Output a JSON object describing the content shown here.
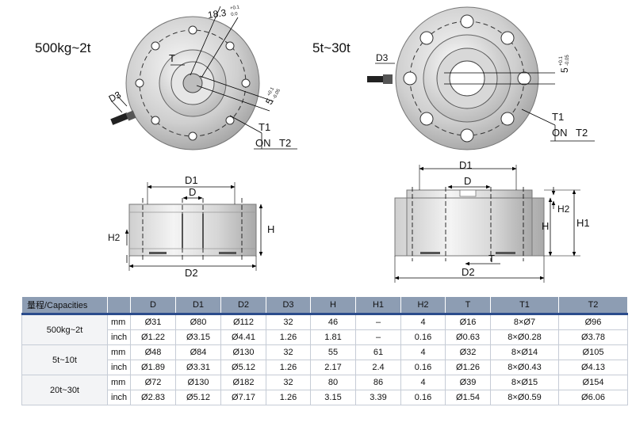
{
  "drawing": {
    "left_title": "500kg~2t",
    "right_title": "5t~30t",
    "labels": {
      "T": "T",
      "D": "D",
      "D1": "D1",
      "D2": "D2",
      "D3": "D3",
      "H": "H",
      "H1": "H1",
      "H2": "H2",
      "T1": "T1",
      "ON": "ON",
      "T2": "T2"
    },
    "dims": {
      "tol_18": "18.3",
      "tol_18_plus": "+0.1",
      "tol_18_minus": "0.0",
      "tol_5": "5",
      "tol_5_plus": "+0.1",
      "tol_5_minus": "-0.05"
    }
  },
  "table": {
    "headers": [
      "量程/Capacities",
      "",
      "D",
      "D1",
      "D2",
      "D3",
      "H",
      "H1",
      "H2",
      "T",
      "T1",
      "T2"
    ],
    "groups": [
      {
        "model": "500kg~2t",
        "rows": [
          {
            "unit": "mm",
            "values": [
              "Ø31",
              "Ø80",
              "Ø112",
              "32",
              "46",
              "–",
              "4",
              "Ø16",
              "8×Ø7",
              "Ø96"
            ]
          },
          {
            "unit": "inch",
            "values": [
              "Ø1.22",
              "Ø3.15",
              "Ø4.41",
              "1.26",
              "1.81",
              "–",
              "0.16",
              "Ø0.63",
              "8×Ø0.28",
              "Ø3.78"
            ]
          }
        ]
      },
      {
        "model": "5t~10t",
        "rows": [
          {
            "unit": "mm",
            "values": [
              "Ø48",
              "Ø84",
              "Ø130",
              "32",
              "55",
              "61",
              "4",
              "Ø32",
              "8×Ø14",
              "Ø105"
            ]
          },
          {
            "unit": "inch",
            "values": [
              "Ø1.89",
              "Ø3.31",
              "Ø5.12",
              "1.26",
              "2.17",
              "2.4",
              "0.16",
              "Ø1.26",
              "8×Ø0.43",
              "Ø4.13"
            ]
          }
        ]
      },
      {
        "model": "20t~30t",
        "rows": [
          {
            "unit": "mm",
            "values": [
              "Ø72",
              "Ø130",
              "Ø182",
              "32",
              "80",
              "86",
              "4",
              "Ø39",
              "8×Ø15",
              "Ø154"
            ]
          },
          {
            "unit": "inch",
            "values": [
              "Ø2.83",
              "Ø5.12",
              "Ø7.17",
              "1.26",
              "3.15",
              "3.39",
              "0.16",
              "Ø1.54",
              "8×Ø0.59",
              "Ø6.06"
            ]
          }
        ]
      }
    ]
  }
}
